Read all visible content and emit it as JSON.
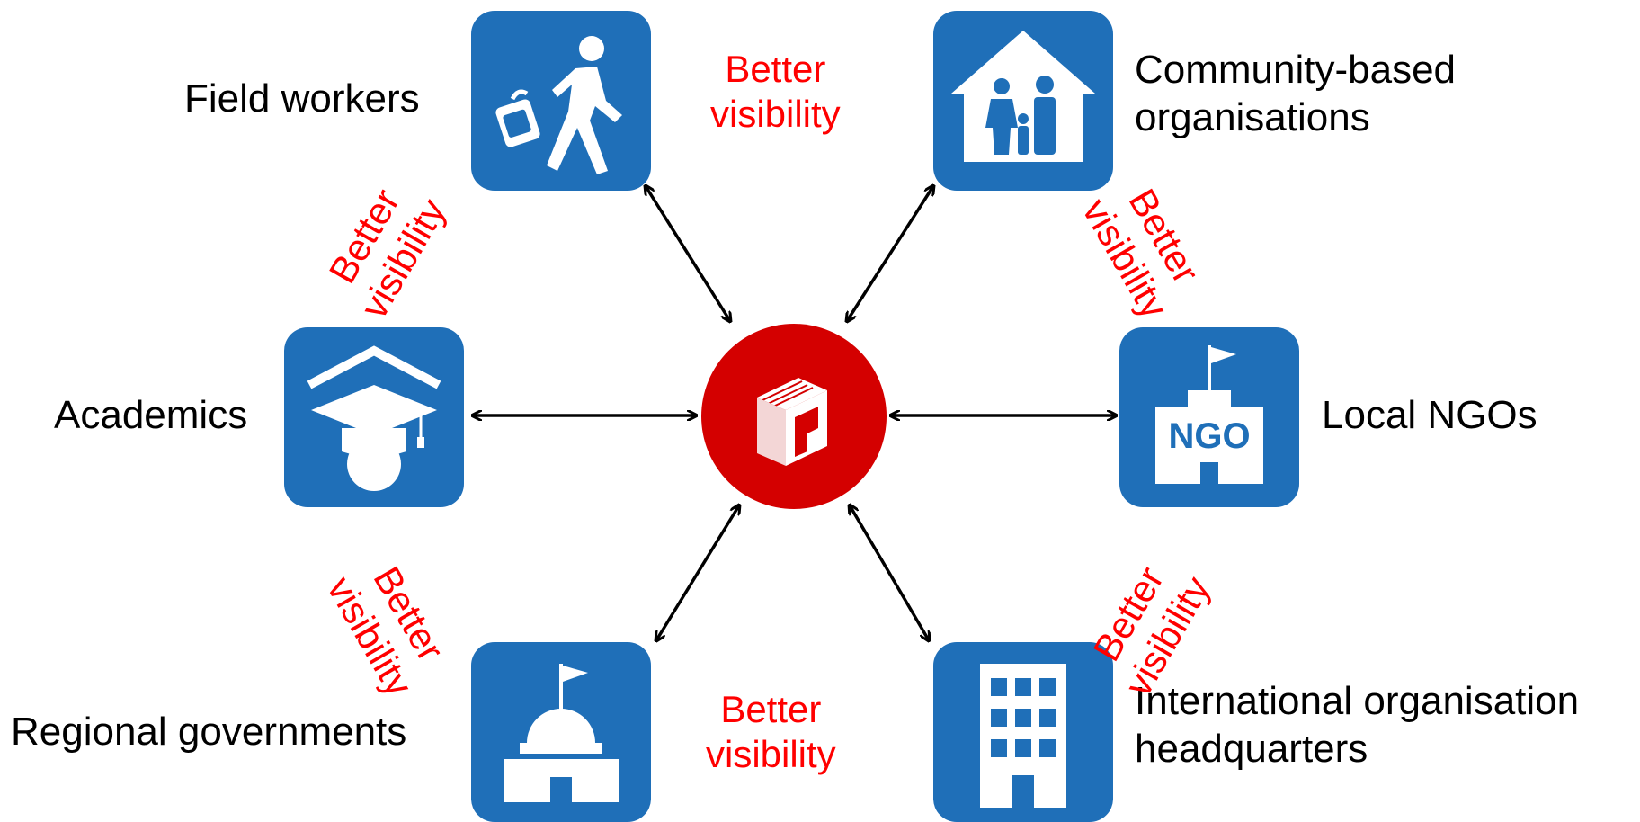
{
  "nodes": {
    "field_workers": {
      "label": "Field workers",
      "icon": "walking-person-icon"
    },
    "community": {
      "label_line1": "Community-based",
      "label_line2": "organisations",
      "icon": "family-house-icon"
    },
    "academics": {
      "label": "Academics",
      "icon": "graduate-icon"
    },
    "local_ngos": {
      "label": "Local NGOs",
      "icon": "ngo-building-icon",
      "icon_text": "NGO"
    },
    "regional_gov": {
      "label": "Regional governments",
      "icon": "capitol-building-icon"
    },
    "international": {
      "label_line1": "International organisation",
      "label_line2": "headquarters",
      "icon": "office-building-icon"
    }
  },
  "hub": {
    "icon": "library-logo-icon"
  },
  "visibility": {
    "line1": "Better",
    "line2": "visibility"
  },
  "colors": {
    "tile": "#1f6fb8",
    "hub": "#d40000",
    "annotation": "#ff0000",
    "arrow": "#000000"
  }
}
